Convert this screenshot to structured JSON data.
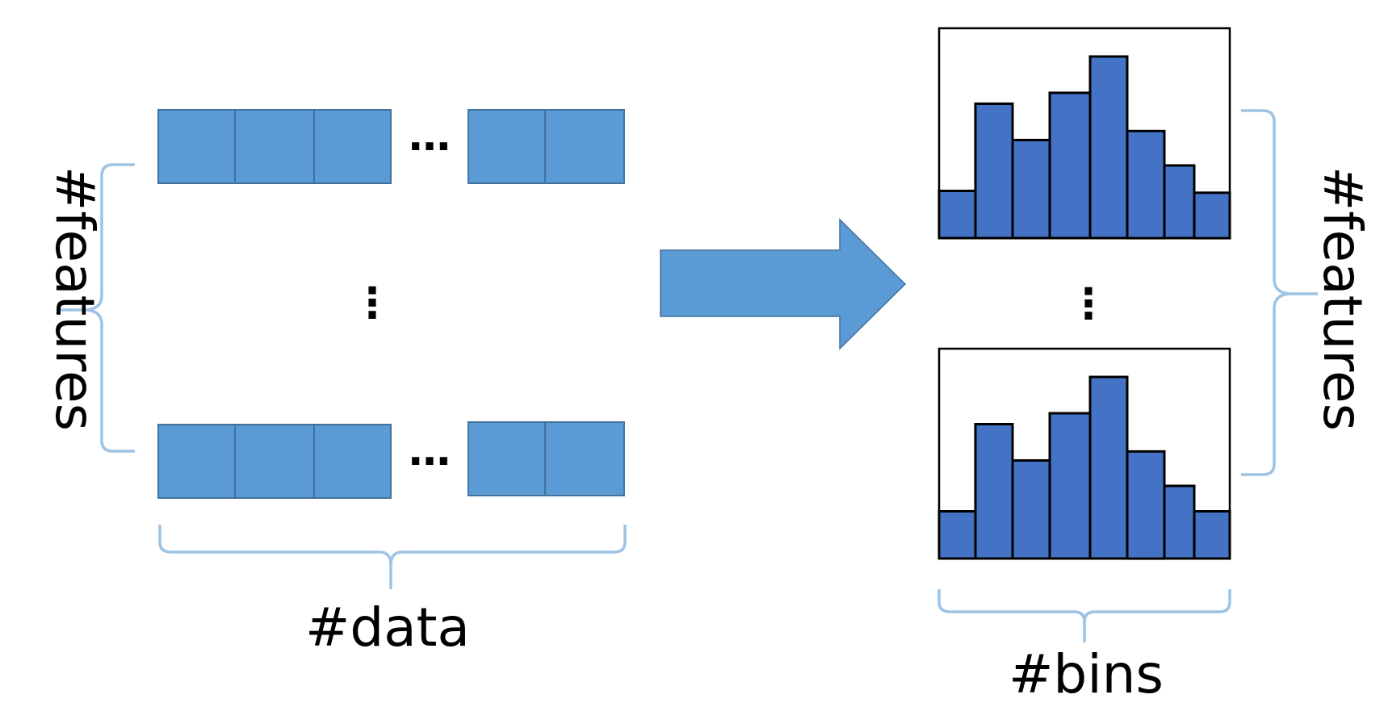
{
  "diagram": {
    "left_features_label": "#features",
    "right_features_label": "#features",
    "data_label": "#data",
    "bins_label": "#bins",
    "ellipsis_h": "…",
    "ellipsis_v": "⋮"
  },
  "histograms": [
    {
      "bins": 8,
      "values": [
        0.26,
        0.74,
        0.54,
        0.8,
        1.0,
        0.59,
        0.4,
        0.25
      ]
    },
    {
      "bins": 8,
      "values": [
        0.26,
        0.74,
        0.54,
        0.8,
        1.0,
        0.59,
        0.4,
        0.26
      ]
    }
  ],
  "colors": {
    "cell_fill": "#5b9bd5",
    "cell_stroke": "#41719c",
    "bar_fill": "#4472c4",
    "brace": "#9dc3e6"
  }
}
